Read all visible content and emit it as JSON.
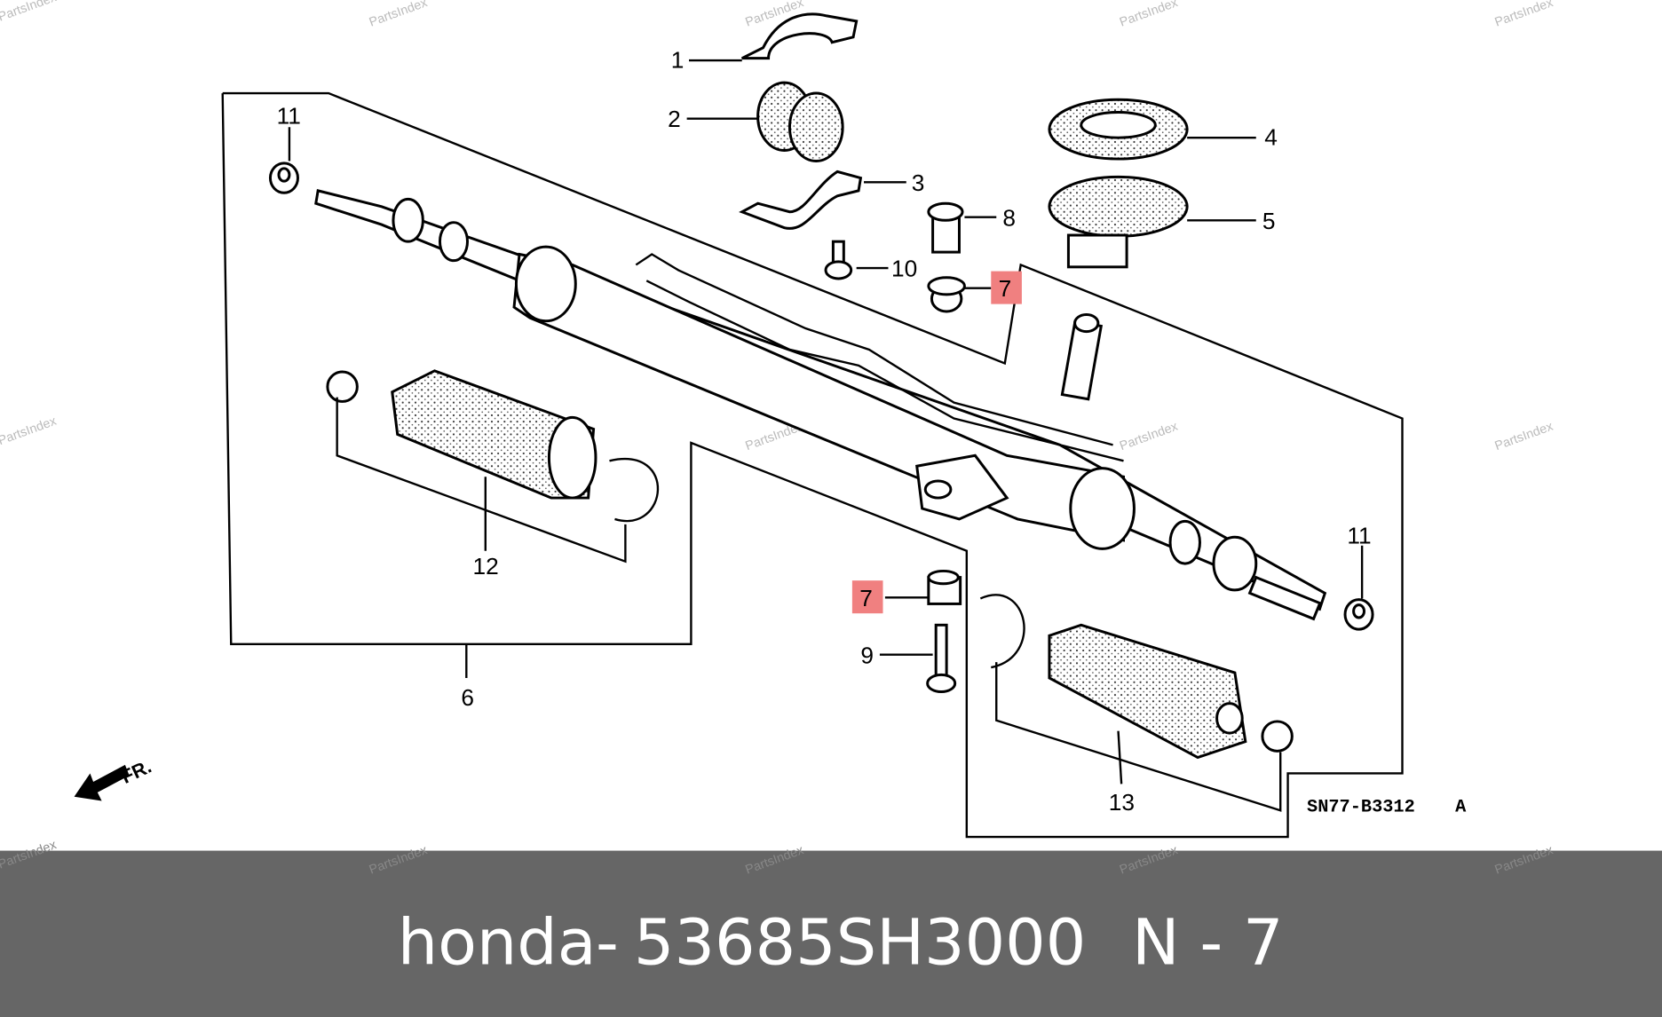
{
  "diagram": {
    "callouts": [
      "1",
      "2",
      "3",
      "4",
      "5",
      "6",
      "7",
      "7",
      "8",
      "9",
      "10",
      "11",
      "11",
      "12",
      "13"
    ],
    "highlighted_callout": "7",
    "diagram_code": "SN77-B3312",
    "diagram_revision": "A",
    "direction_label": "FR.",
    "watermark": "PartsIndex",
    "highlight_color": "#f08080"
  },
  "footer": {
    "brand": "honda",
    "separator": "-",
    "part_number": "53685SH3000",
    "position_label": "N - 7",
    "background_color": "#666666"
  }
}
